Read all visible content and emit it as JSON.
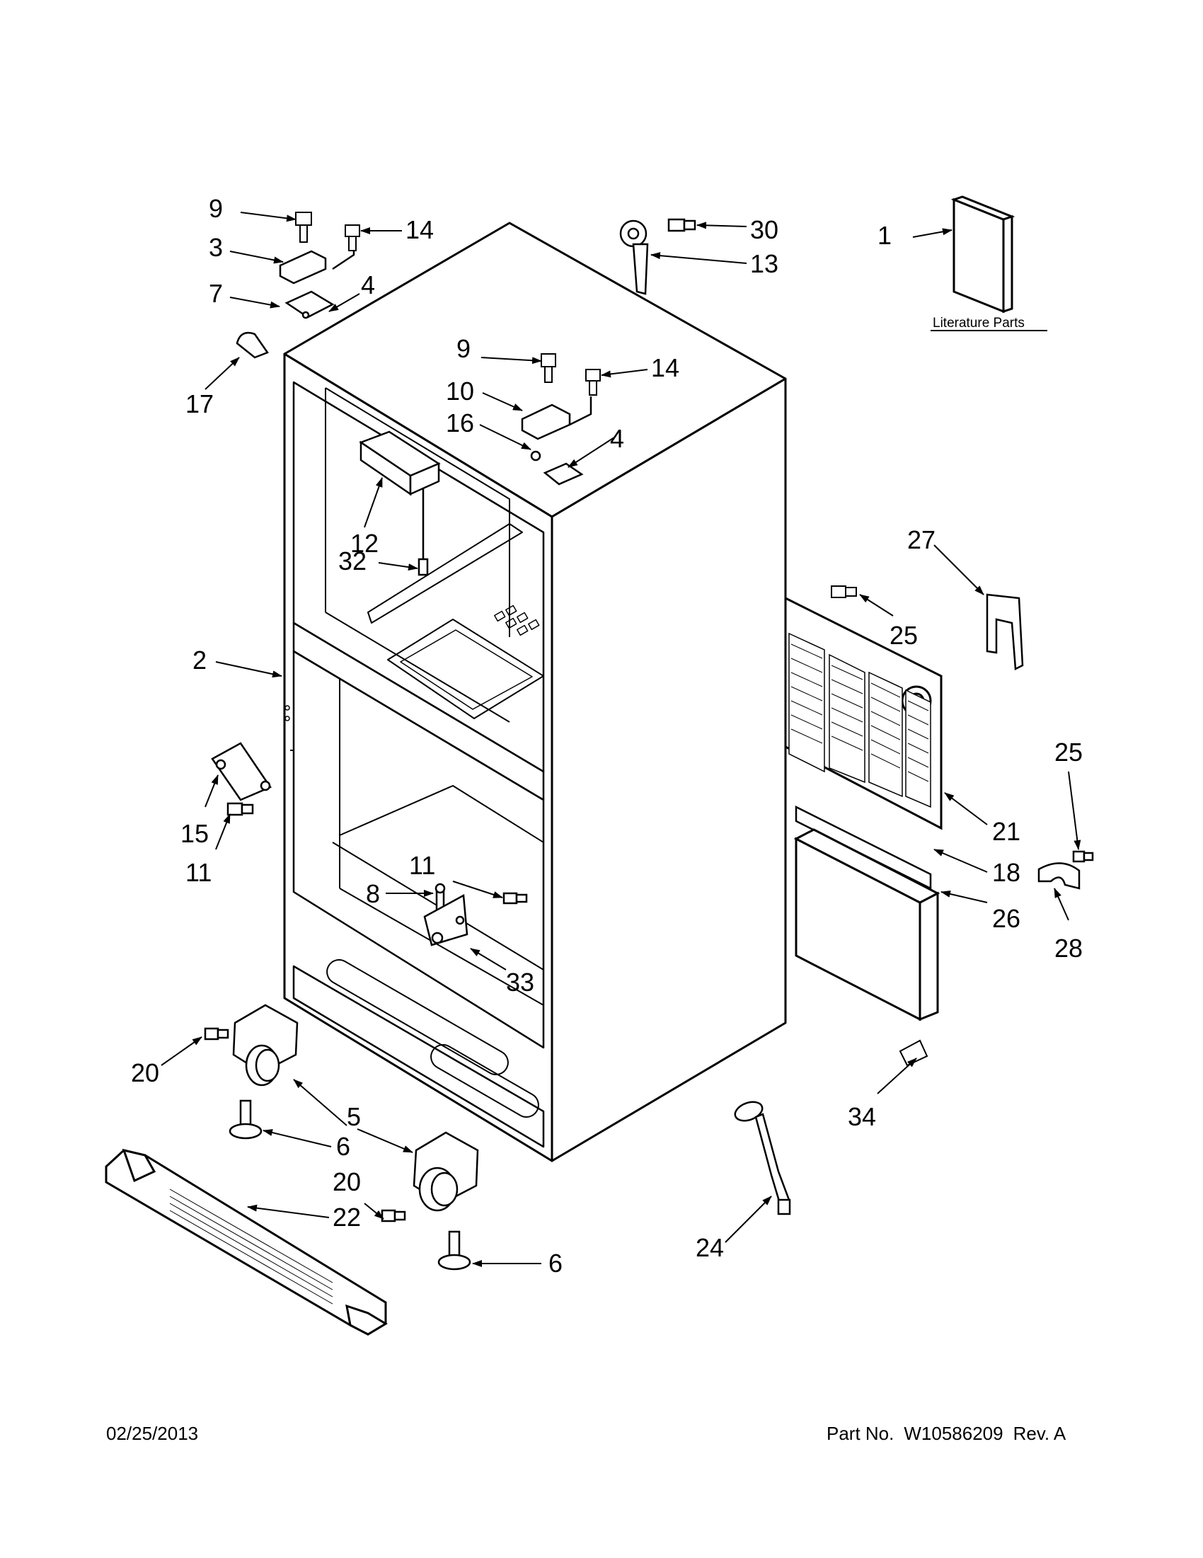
{
  "literature_label": "Literature Parts",
  "callouts": [
    {
      "id": "c9a",
      "text": "9"
    },
    {
      "id": "c14a",
      "text": "14"
    },
    {
      "id": "c3",
      "text": "3"
    },
    {
      "id": "c7",
      "text": "7"
    },
    {
      "id": "c4a",
      "text": "4"
    },
    {
      "id": "c17",
      "text": "17"
    },
    {
      "id": "c30",
      "text": "30"
    },
    {
      "id": "c13",
      "text": "13"
    },
    {
      "id": "c1",
      "text": "1"
    },
    {
      "id": "c9b",
      "text": "9"
    },
    {
      "id": "c14b",
      "text": "14"
    },
    {
      "id": "c10",
      "text": "10"
    },
    {
      "id": "c16",
      "text": "16"
    },
    {
      "id": "c4b",
      "text": "4"
    },
    {
      "id": "c12",
      "text": "12"
    },
    {
      "id": "c32",
      "text": "32"
    },
    {
      "id": "c27",
      "text": "27"
    },
    {
      "id": "c25a",
      "text": "25"
    },
    {
      "id": "c2",
      "text": "2"
    },
    {
      "id": "c25b",
      "text": "25"
    },
    {
      "id": "c15",
      "text": "15"
    },
    {
      "id": "c11a",
      "text": "11"
    },
    {
      "id": "c21",
      "text": "21"
    },
    {
      "id": "c11b",
      "text": "11"
    },
    {
      "id": "c8",
      "text": "8"
    },
    {
      "id": "c18",
      "text": "18"
    },
    {
      "id": "c26",
      "text": "26"
    },
    {
      "id": "c28",
      "text": "28"
    },
    {
      "id": "c33",
      "text": "33"
    },
    {
      "id": "c20a",
      "text": "20"
    },
    {
      "id": "c5",
      "text": "5"
    },
    {
      "id": "c6a",
      "text": "6"
    },
    {
      "id": "c20b",
      "text": "20"
    },
    {
      "id": "c22",
      "text": "22"
    },
    {
      "id": "c34",
      "text": "34"
    },
    {
      "id": "c6b",
      "text": "6"
    },
    {
      "id": "c24",
      "text": "24"
    }
  ],
  "footer": {
    "date": "02/25/2013",
    "part_label": "Part No.",
    "part_number": "W10586209",
    "revision": "Rev.  A"
  }
}
